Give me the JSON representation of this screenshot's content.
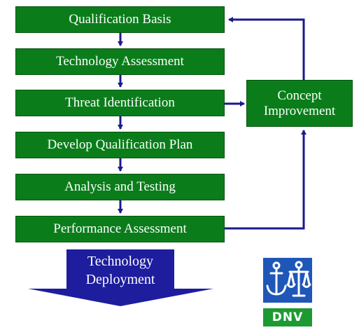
{
  "flow": {
    "steps": [
      "Qualification Basis",
      "Technology Assessment",
      "Threat Identification",
      "Develop Qualification Plan",
      "Analysis and Testing",
      "Performance Assessment"
    ],
    "concept_line1": "Concept",
    "concept_line2": "Improvement",
    "deployment_line1": "Technology",
    "deployment_line2": "Deployment"
  },
  "logo": {
    "text": "DNV",
    "icon": "anchor-scales-icon"
  },
  "colors": {
    "box_green": "#0a7d1a",
    "arrow_navy": "#1a1a8c",
    "deployment_blue": "#1d1d9e",
    "logo_blue": "#1f57b8",
    "logo_green": "#1e9a32"
  }
}
